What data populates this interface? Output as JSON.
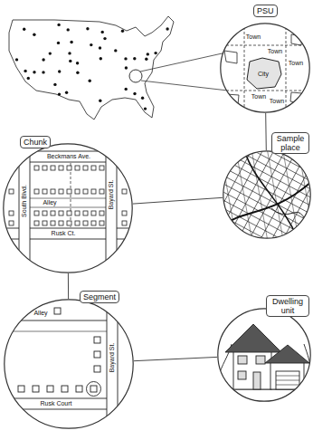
{
  "diagram": {
    "nodes": [
      {
        "text": [
          "PSU"
        ]
      },
      {
        "text": [
          "Sample place"
        ]
      },
      {
        "text": [
          "Chunk"
        ]
      },
      {
        "text": [
          "Segment"
        ]
      },
      {
        "text": [
          "Dwelling unit"
        ]
      }
    ],
    "edges": [
      {
        "from": 0,
        "to": 1,
        "arrow": "none"
      },
      {
        "from": 1,
        "to": 2,
        "arrow": "none"
      },
      {
        "from": 2,
        "to": 3,
        "arrow": "none"
      },
      {
        "from": 3,
        "to": 4,
        "arrow": "none"
      }
    ],
    "labels": [
      "Town",
      "Town",
      "Town",
      "City",
      "Town",
      "Town",
      "Beckmans Ave.",
      "Alley",
      "South Blvd.",
      "Bayard St.",
      "Rusk Ct.",
      "Alley",
      "Bayard St.",
      "Rusk Court"
    ]
  }
}
